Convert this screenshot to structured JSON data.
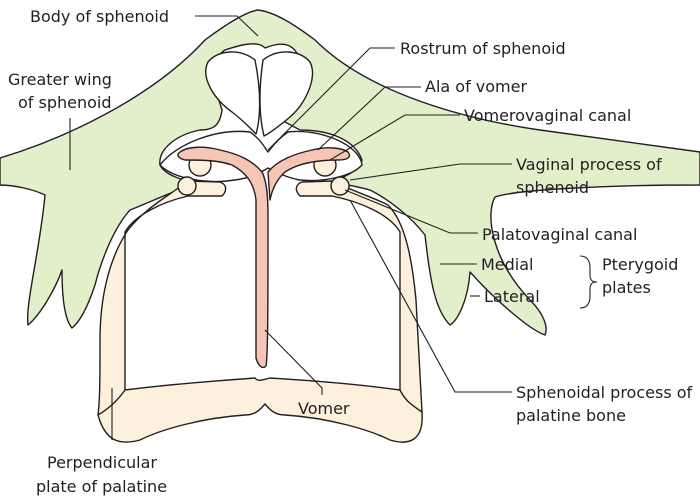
{
  "colors": {
    "sphenoid": "#e2efcb",
    "palatine": "#fdf0dc",
    "vomer": "#f6c5b6",
    "outline": "#231f20",
    "background": "#ffffff"
  },
  "labels": {
    "body_of_sphenoid": "Body of sphenoid",
    "rostrum_of_sphenoid": "Rostrum of sphenoid",
    "greater_wing_line1": "Greater wing",
    "greater_wing_line2": "of sphenoid",
    "ala_of_vomer": "Ala of vomer",
    "vomerovaginal_canal": "Vomerovaginal canal",
    "vaginal_process_line1": "Vaginal process of",
    "vaginal_process_line2": "sphenoid",
    "palatovaginal_canal": "Palatovaginal canal",
    "medial": "Medial",
    "lateral": "Lateral",
    "pterygoid_line1": "Pterygoid",
    "pterygoid_line2": "plates",
    "sphenoidal_process_line1": "Sphenoidal process of",
    "sphenoidal_process_line2": "palatine bone",
    "vomer": "Vomer",
    "perpendicular_plate_line1": "Perpendicular",
    "perpendicular_plate_line2": "plate of palatine"
  }
}
